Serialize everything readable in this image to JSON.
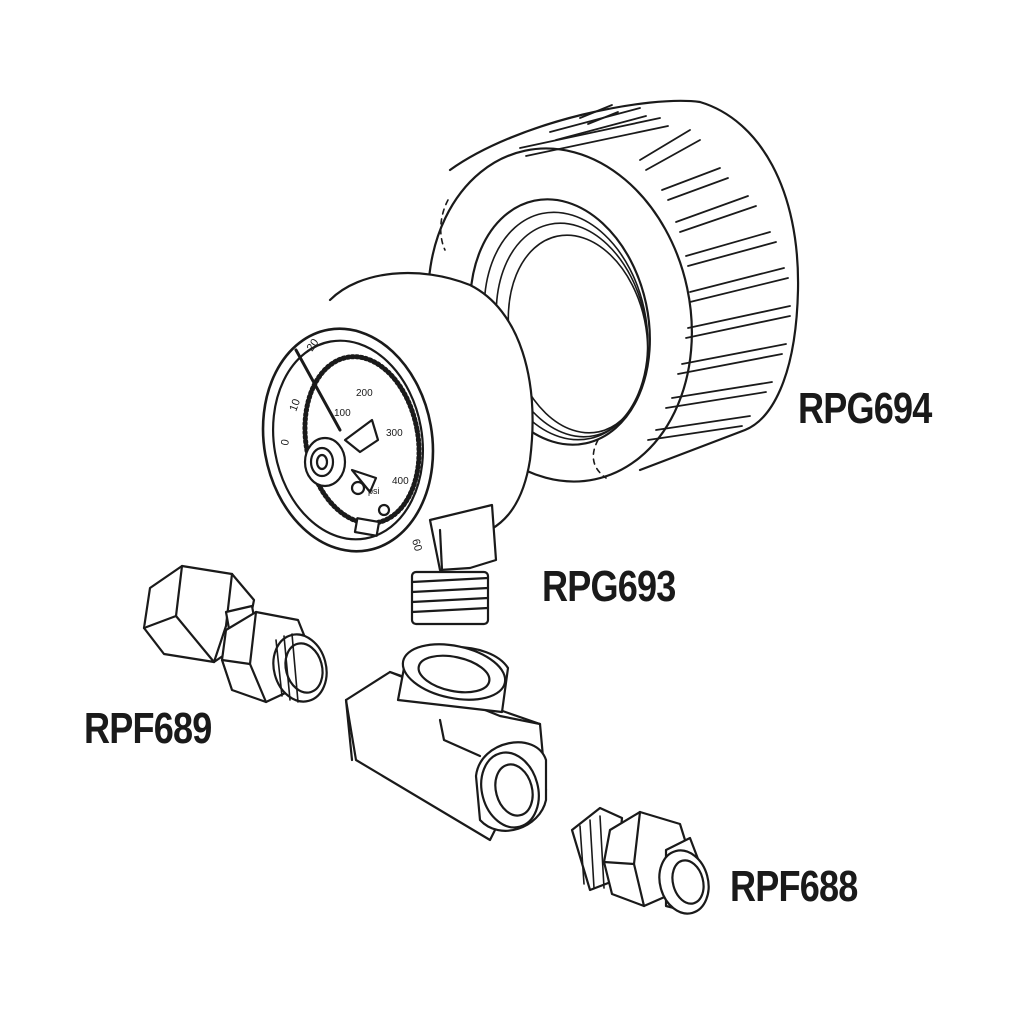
{
  "colors": {
    "ink": "#1a1a1a",
    "paper": "#ffffff"
  },
  "parts": {
    "cap": {
      "part_number": "RPG694"
    },
    "gauge": {
      "part_number": "RPG693",
      "outer_scale": [
        "0",
        "10",
        "20",
        "60"
      ],
      "inner_scale": [
        "100",
        "200",
        "300",
        "400"
      ],
      "unit": "psi"
    },
    "adapter": {
      "part_number": "RPF689"
    },
    "nipple": {
      "part_number": "RPF688"
    },
    "tee": {}
  }
}
